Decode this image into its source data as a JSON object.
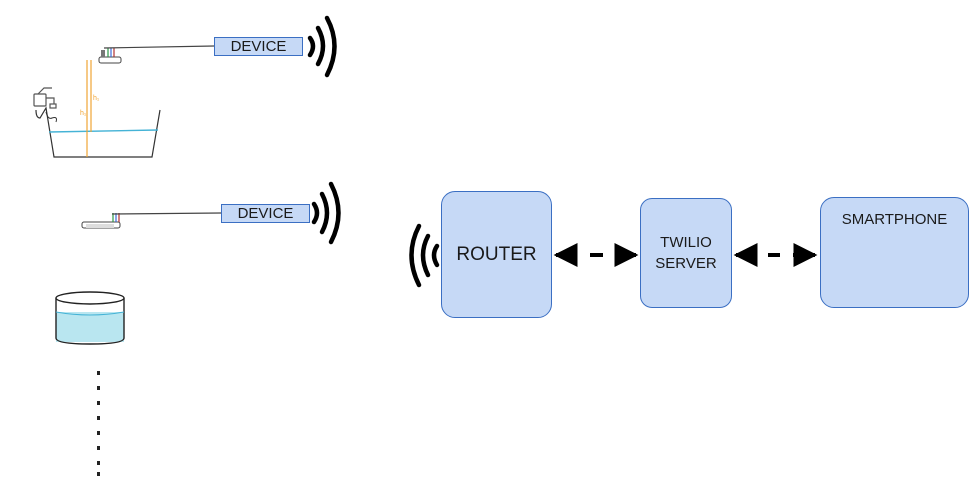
{
  "device_1": {
    "label": "DEVICE"
  },
  "device_2": {
    "label": "DEVICE"
  },
  "router": {
    "label": "ROUTER"
  },
  "twilio": {
    "line1": "TWILIO",
    "line2": "SERVER"
  },
  "smartphone": {
    "label": "SMARTPHONE",
    "icon": "whatsapp-icon"
  },
  "colors": {
    "box_fill": "#c6d9f6",
    "box_border": "#3b6fc3",
    "water": "#b9e6f0",
    "water_line": "#45b3d6",
    "sensor_beam": "#f0a534",
    "whatsapp": "#25d366",
    "waves": "#000000"
  }
}
